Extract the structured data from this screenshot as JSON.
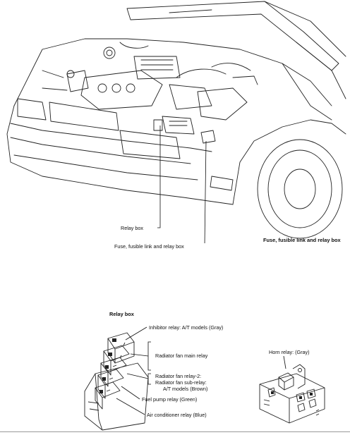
{
  "top_labels": {
    "relay_box": "Relay box",
    "fuse_box": "Fuse, fusible link and relay box",
    "fuse_box_title": "Fuse, fusible link and relay box"
  },
  "relay_box_section": {
    "title": "Relay box",
    "callouts": [
      "Inhibitor relay: A/T models (Gray)",
      "Radiator fan main relay",
      "Radiator fan relay-2:",
      "Radiator fan sub-relay:",
      "A/T models (Brown)",
      "Fuel pump relay (Green)",
      "Air conditioner relay (Blue)"
    ]
  },
  "horn_section": {
    "label": "Horn relay: (Gray)"
  },
  "icons": [
    "car-engine-bay-illustration",
    "relay-box-illustration",
    "fuse-box-illustration"
  ]
}
